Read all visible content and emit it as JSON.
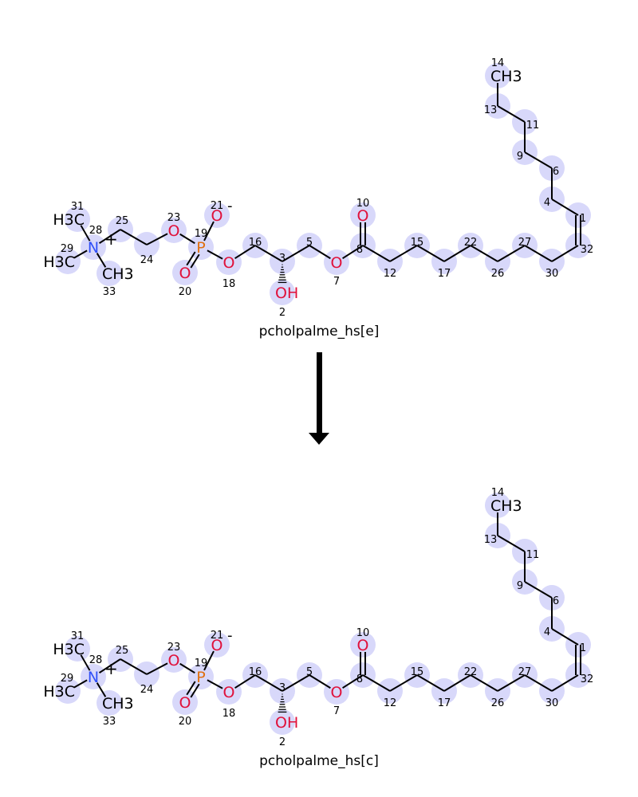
{
  "reaction": {
    "molecules": [
      {
        "name": "pcholpalme_hs[e]"
      },
      {
        "name": "pcholpalme_hs[c]"
      }
    ],
    "atoms": [
      {
        "n": "31",
        "sym": "H3C",
        "color": "#000000"
      },
      {
        "n": "28",
        "sym": "N",
        "color": "#3050F8",
        "charge": "+"
      },
      {
        "n": "29",
        "sym": "H3C",
        "color": "#000000"
      },
      {
        "n": "33",
        "sym": "CH3",
        "color": "#000000"
      },
      {
        "n": "25",
        "sym": ""
      },
      {
        "n": "24",
        "sym": ""
      },
      {
        "n": "23",
        "sym": "O",
        "color": "#E0103A"
      },
      {
        "n": "19",
        "sym": "P",
        "color": "#E07010"
      },
      {
        "n": "21",
        "sym": "O",
        "color": "#E0103A",
        "charge": "-"
      },
      {
        "n": "20",
        "sym": "O",
        "color": "#E0103A"
      },
      {
        "n": "18",
        "sym": "O",
        "color": "#E0103A"
      },
      {
        "n": "16",
        "sym": ""
      },
      {
        "n": "3",
        "sym": ""
      },
      {
        "n": "2",
        "sym": "OH",
        "color": "#E0103A"
      },
      {
        "n": "5",
        "sym": ""
      },
      {
        "n": "7",
        "sym": "O",
        "color": "#E0103A"
      },
      {
        "n": "8",
        "sym": ""
      },
      {
        "n": "10",
        "sym": "O",
        "color": "#E0103A"
      },
      {
        "n": "12",
        "sym": ""
      },
      {
        "n": "15",
        "sym": ""
      },
      {
        "n": "17",
        "sym": ""
      },
      {
        "n": "22",
        "sym": ""
      },
      {
        "n": "26",
        "sym": ""
      },
      {
        "n": "27",
        "sym": ""
      },
      {
        "n": "30",
        "sym": ""
      },
      {
        "n": "32",
        "sym": ""
      },
      {
        "n": "1",
        "sym": ""
      },
      {
        "n": "4",
        "sym": ""
      },
      {
        "n": "6",
        "sym": ""
      },
      {
        "n": "9",
        "sym": ""
      },
      {
        "n": "11",
        "sym": ""
      },
      {
        "n": "13",
        "sym": ""
      },
      {
        "n": "14",
        "sym": "CH3",
        "color": "#000000"
      }
    ],
    "highlight_color": "#D8D8FA"
  }
}
